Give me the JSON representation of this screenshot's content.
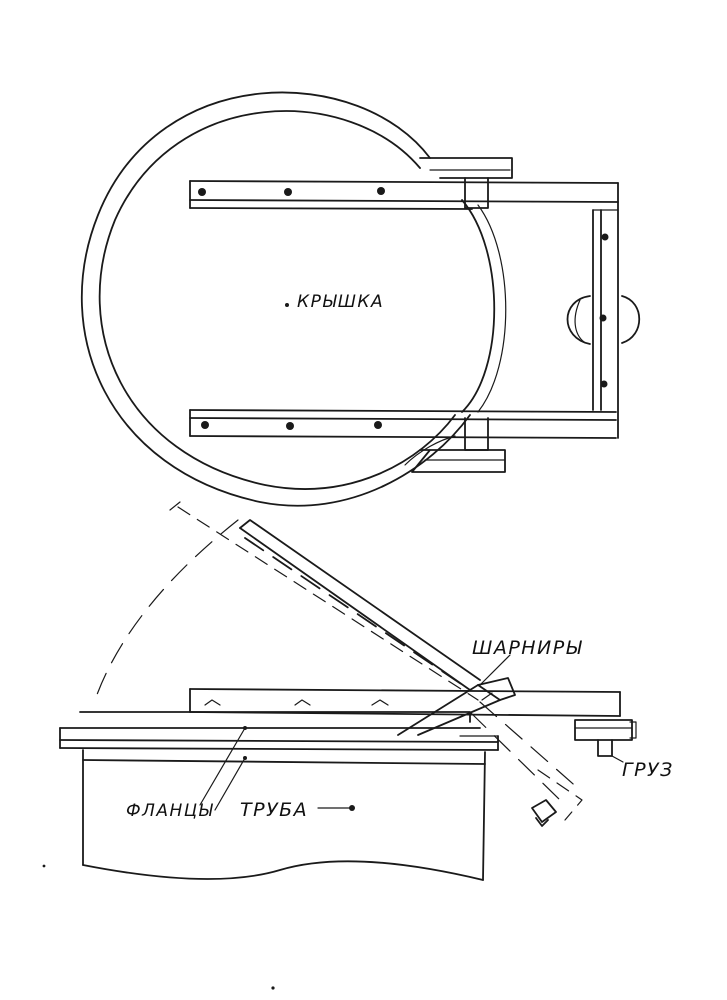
{
  "diagram": {
    "labels": {
      "lid": "КРЫШКА",
      "hinges": "ШАРНИРЫ",
      "weight": "ГРУЗ",
      "flanges": "ФЛАНЦЫ",
      "pipe": "ТРУБА"
    },
    "ink_color": "#1a1a1a",
    "background_color": "#ffffff"
  }
}
